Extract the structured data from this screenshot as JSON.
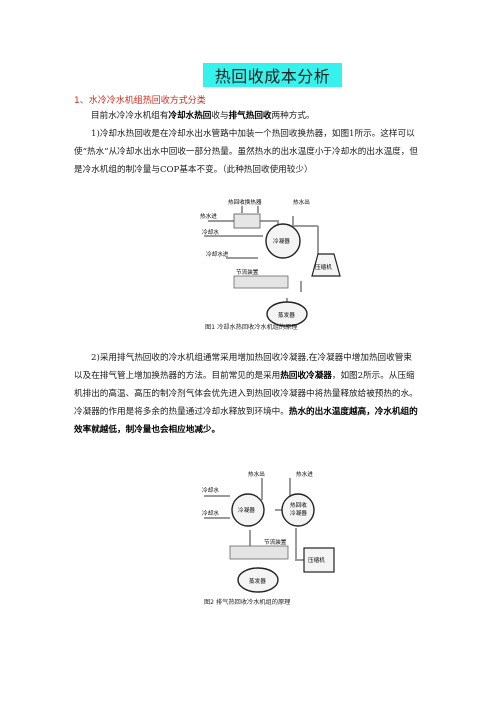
{
  "title": "热回收成本分析",
  "section1": "1、水冷冷水机组热回收方式分类",
  "intro": {
    "pre": "目前水冷冷水机组有",
    "b1": "冷却水热回",
    "mid": "收与",
    "b2": "排气热回收",
    "post": "两种方式。"
  },
  "para1": "1)冷却水热回收是在冷却水出水管路中加装一个热回收换热器，如图1所示。这样可以使“热水”从冷却水出水中回收一部分热量。虽然热水的出水温度小于冷却水的出水温度，但是冷水机组的制冷量与COP基本不变。（此种热回收使用较少）",
  "fig1": {
    "labels": {
      "hx": "热回收换热器",
      "hot_out": "热水出",
      "hot_in": "热水进",
      "cool_in": "冷却水",
      "condenser": "冷凝器",
      "cool_in2": "冷却水进",
      "compressor": "压缩机",
      "throttle": "节流装置",
      "evaporator": "蒸发器"
    },
    "caption": "图1    冷却水热回收冷水机组的原理"
  },
  "para2": {
    "t1": "2)采用排气热回收的冷水机组通常采用增加热回收冷凝器,在冷凝器中增加热回收管束以及在排气管上增加换热器的方法。目前常见的是采用",
    "b1": "热回收冷凝器",
    "t2": "，如图2所示。从压缩机排出的高温、高压的制冷剂气体会优先进入到热回收冷凝器中将热量释放给被预热的水。冷凝器的作用是将多余的热量通过冷却水释放到环境中。",
    "b2": "热水的出水温度越高，冷水机组的效率就越低，制冷量也会相应地减少。"
  },
  "fig2": {
    "labels": {
      "hot_out": "热水出",
      "hot_in": "热水进",
      "cool_out": "冷却水",
      "cool_in": "冷却水",
      "condenser": "冷凝器",
      "hr_condenser_1": "热回收",
      "hr_condenser_2": "冷凝器",
      "throttle": "节流装置",
      "compressor": "压缩机",
      "evaporator": "蒸发器"
    },
    "caption": "图2    排气热回收冷水机组的原理"
  }
}
